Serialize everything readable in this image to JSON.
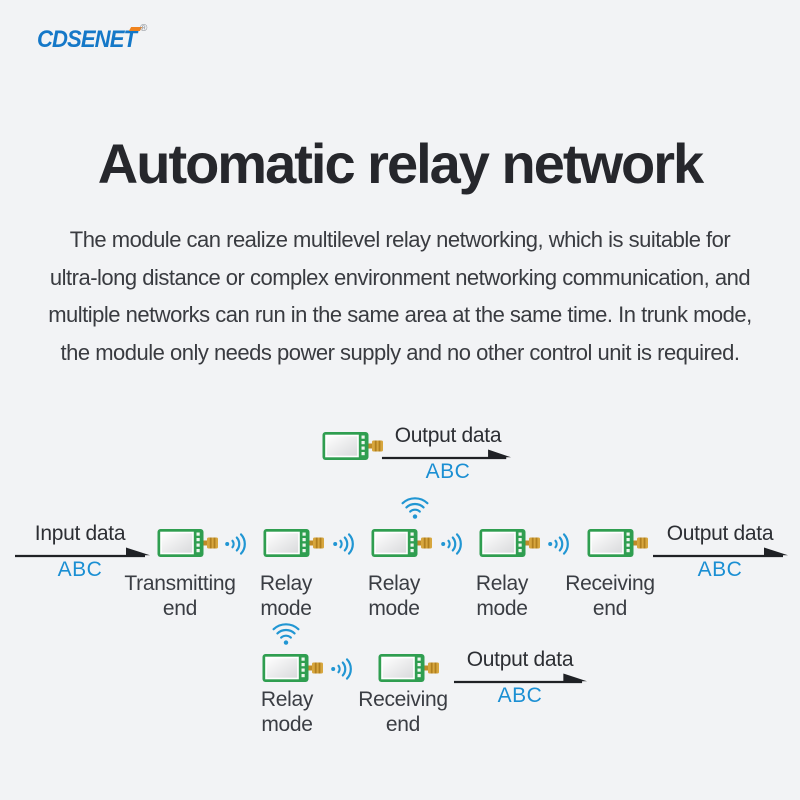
{
  "page": {
    "background_color": "#f2f3f5"
  },
  "logo": {
    "text": "CDSENET",
    "registered_mark": "®",
    "color": "#1578c8",
    "accent_color": "#f0831e"
  },
  "title": {
    "text": "Automatic relay network",
    "color": "#26272c"
  },
  "paragraph": {
    "color": "#393b40",
    "lines": [
      "The module can realize multilevel relay networking, which is suitable for",
      "ultra-long distance or complex environment networking communication, and",
      "multiple networks can run in the same area at the same time. In trunk mode,",
      "the module only needs power supply and no other control unit is required."
    ]
  },
  "diagram": {
    "colors": {
      "module_green": "#2f9e50",
      "module_screen": "#ffffff",
      "antenna_gold": "#d7a63e",
      "signal_blue": "#2196d3",
      "abc_blue": "#1b8fd3",
      "arrow_black": "#1f2125",
      "label_dark": "#3a3d43"
    },
    "icons": {
      "module": "rf-module-icon",
      "signal_right": "wifi-signal-icon",
      "signal_up": "wifi-up-icon",
      "arrow": "flow-arrow"
    },
    "top_branch": {
      "output_label": "Output data",
      "abc_label": "ABC"
    },
    "main_row": {
      "input_label": "Input data",
      "input_abc": "ABC",
      "nodes": [
        {
          "line1": "Transmitting",
          "line2": "end"
        },
        {
          "line1": "Relay",
          "line2": "mode"
        },
        {
          "line1": "Relay",
          "line2": "mode"
        },
        {
          "line1": "Relay",
          "line2": "mode"
        },
        {
          "line1": "Receiving",
          "line2": "end"
        }
      ],
      "output_label": "Output data",
      "output_abc": "ABC"
    },
    "bottom_row": {
      "nodes": [
        {
          "line1": "Relay",
          "line2": "mode"
        },
        {
          "line1": "Receiving",
          "line2": "end"
        }
      ],
      "output_label": "Output data",
      "output_abc": "ABC"
    }
  }
}
